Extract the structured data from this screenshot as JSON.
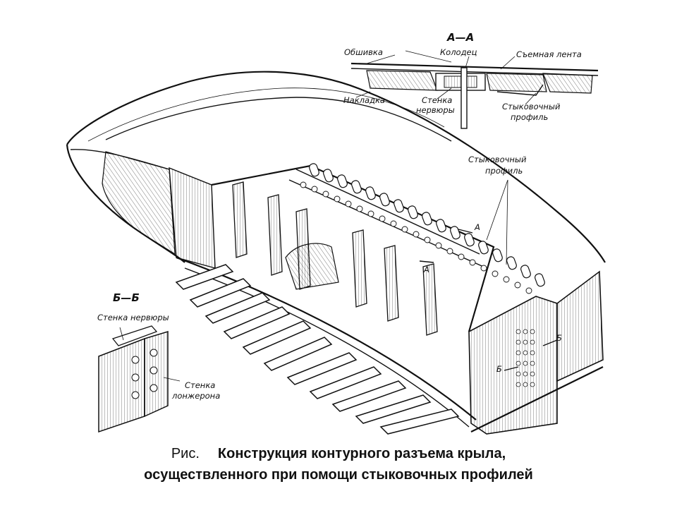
{
  "labels": {
    "section_aa": "А—А",
    "obshivka": "Обшивка",
    "kolodets": "Колодец",
    "semnaya_lenta": "Съемная лента",
    "nakladka": "Накладка",
    "stenka_nervyury_1": "Стенка",
    "stenka_nervyury_2": "нервюры",
    "stykovochny_profil_1": "Стыковочный",
    "stykovochny_profil_2": "профиль",
    "section_bb": "Б—Б",
    "stenka_nervyury_bb": "Стенка нервюры",
    "stenka_lonzherona_1": "Стенка",
    "stenka_lonzherona_2": "лонжерона",
    "mark_a1": "А",
    "mark_a2": "А",
    "mark_b1": "Б",
    "mark_b2": "Б"
  },
  "caption": {
    "prefix": "Рис.",
    "line1": "Конструкция контурного разъема крыла,",
    "line2": "осуществленного при помощи стыковочных профилей"
  }
}
